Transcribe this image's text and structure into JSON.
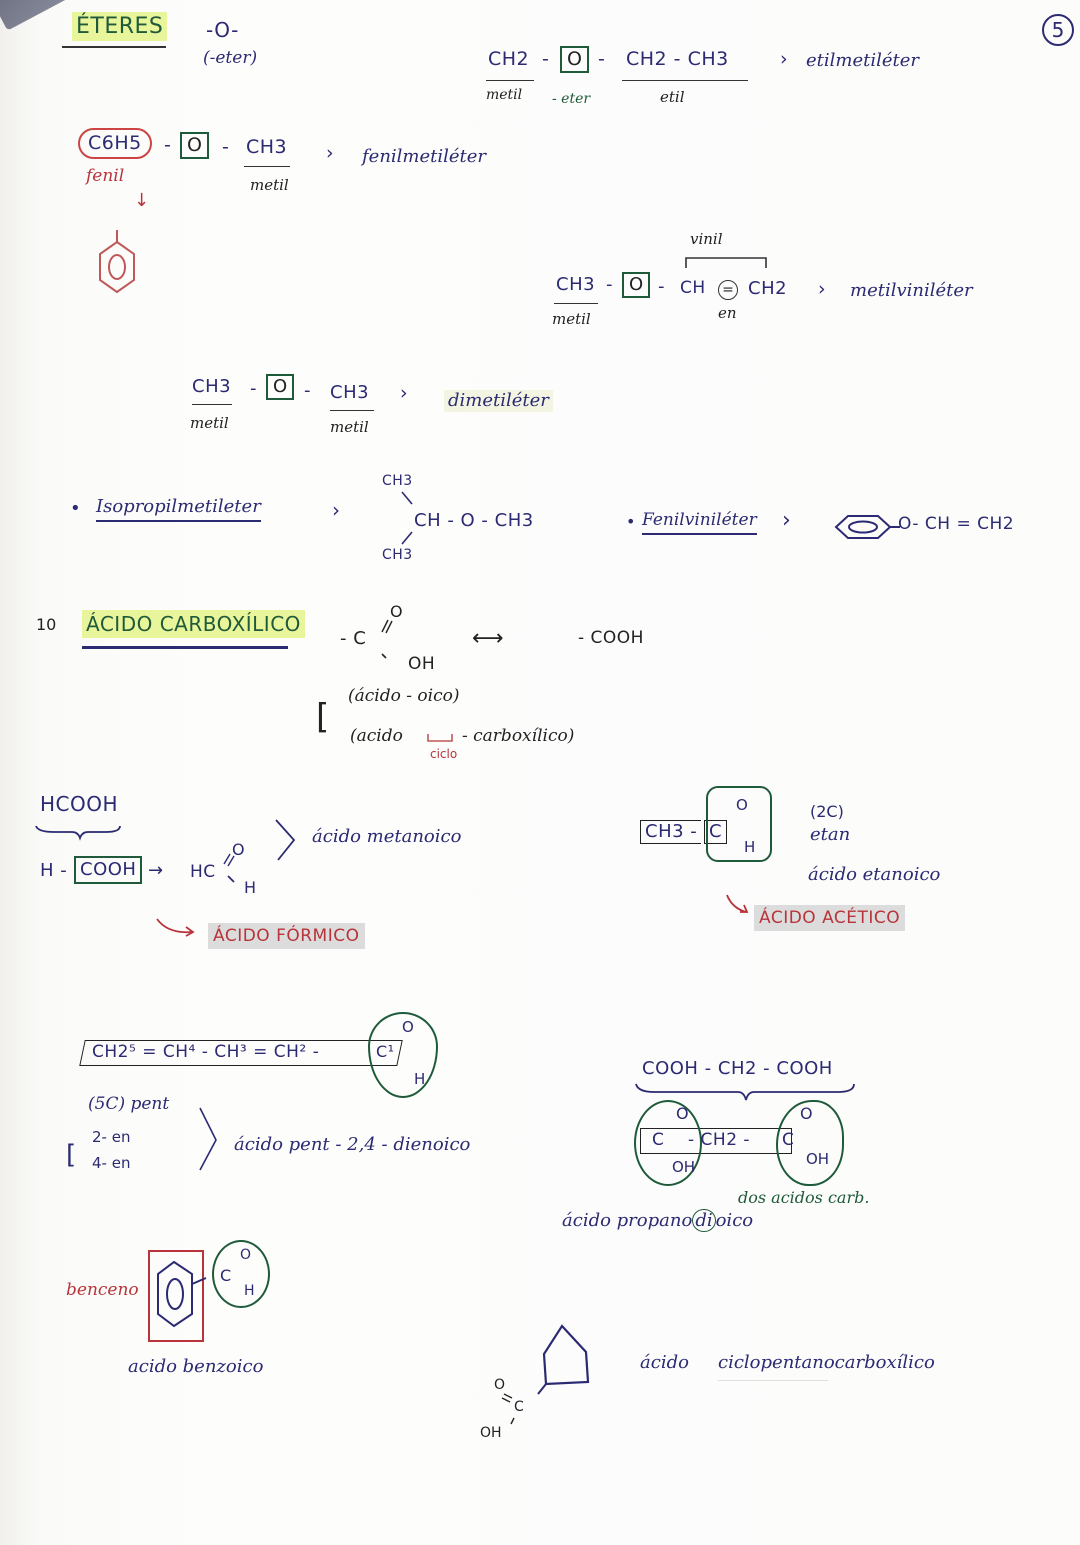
{
  "page": {
    "number": "5"
  },
  "eteres": {
    "title": "ÉTERES",
    "group": "-O-",
    "suffix": "(-eter)",
    "ex_etilmetil": {
      "left": "CH2",
      "left_label": "metil",
      "o": "O",
      "o_label": "- eter",
      "right": "CH2 - CH3",
      "right_label": "etil",
      "name": "etilmetiléter"
    },
    "ex_fenilmetil": {
      "left": "C6H5",
      "left_label": "fenil",
      "o": "O",
      "right": "CH3",
      "right_label": "metil",
      "name": "fenilmetiléter"
    },
    "ex_metilvinil": {
      "left": "CH3",
      "left_label": "metil",
      "o": "O",
      "ch": "CH",
      "double": "=",
      "ch2": "CH2",
      "top_label": "vinil",
      "en_label": "en",
      "name": "metilviniléter"
    },
    "ex_dimetil": {
      "left": "CH3",
      "left_label": "metil",
      "o": "O",
      "right": "CH3",
      "right_label": "metil",
      "name": "dimetiléter"
    },
    "ex_isopropil": {
      "name": "Isopropilmetileter",
      "top": "CH3",
      "main": "CH - O - CH3",
      "bottom": "CH3"
    },
    "ex_fenilvinil": {
      "name": "Fenilviniléter",
      "formula": "O- CH = CH2"
    }
  },
  "acido": {
    "number": "10",
    "title": "ÁCIDO CARBOXÍLICO",
    "group_c": "- C",
    "group_o": "O",
    "group_oh": "OH",
    "equiv": "- COOH",
    "rule1": "(ácido   - oico)",
    "rule2_a": "(acido",
    "rule2_b": "- carboxílico)",
    "rule2_ciclo": "ciclo",
    "formico": {
      "formula": "HCOOH",
      "h": "H -",
      "cooh": "COOH",
      "arrow": "→",
      "hc": "HC",
      "o": "O",
      "h2": "H",
      "iupac": "ácido metanoico",
      "common": "ÁCIDO FÓRMICO"
    },
    "acetico": {
      "ch3": "CH3 -",
      "c": "C",
      "o": "O",
      "h": "H",
      "carbons": "(2C)",
      "root": "etan",
      "iupac": "ácido etanoico",
      "common": "ÁCIDO ACÉTICO"
    },
    "pentadienoico": {
      "chain": "CH2⁵ =  CH⁴ - CH³ =  CH² -",
      "c": "C¹",
      "o": "O",
      "h": "H",
      "carbons": "(5C) pent",
      "en1": "2- en",
      "en2": "4- en",
      "name": "ácido pent - 2,4 - dienoico"
    },
    "propanodioico": {
      "formula": "COOH  -  CH2  -  COOH",
      "c1": "C",
      "mid": "-  CH2  -",
      "c2": "C",
      "o": "O",
      "oh": "OH",
      "note": "dos acidos carb.",
      "name_a": "ácido propano",
      "name_di": "di",
      "name_b": "oico"
    },
    "benzoico": {
      "ring_label": "benceno",
      "c": "C",
      "o": "O",
      "h": "H",
      "name": "acido  benzoico"
    },
    "ciclopentano": {
      "o": "O",
      "c": "C",
      "oh": "OH",
      "name_a": "ácido",
      "name_b": "ciclopentanocarboxílico"
    }
  }
}
